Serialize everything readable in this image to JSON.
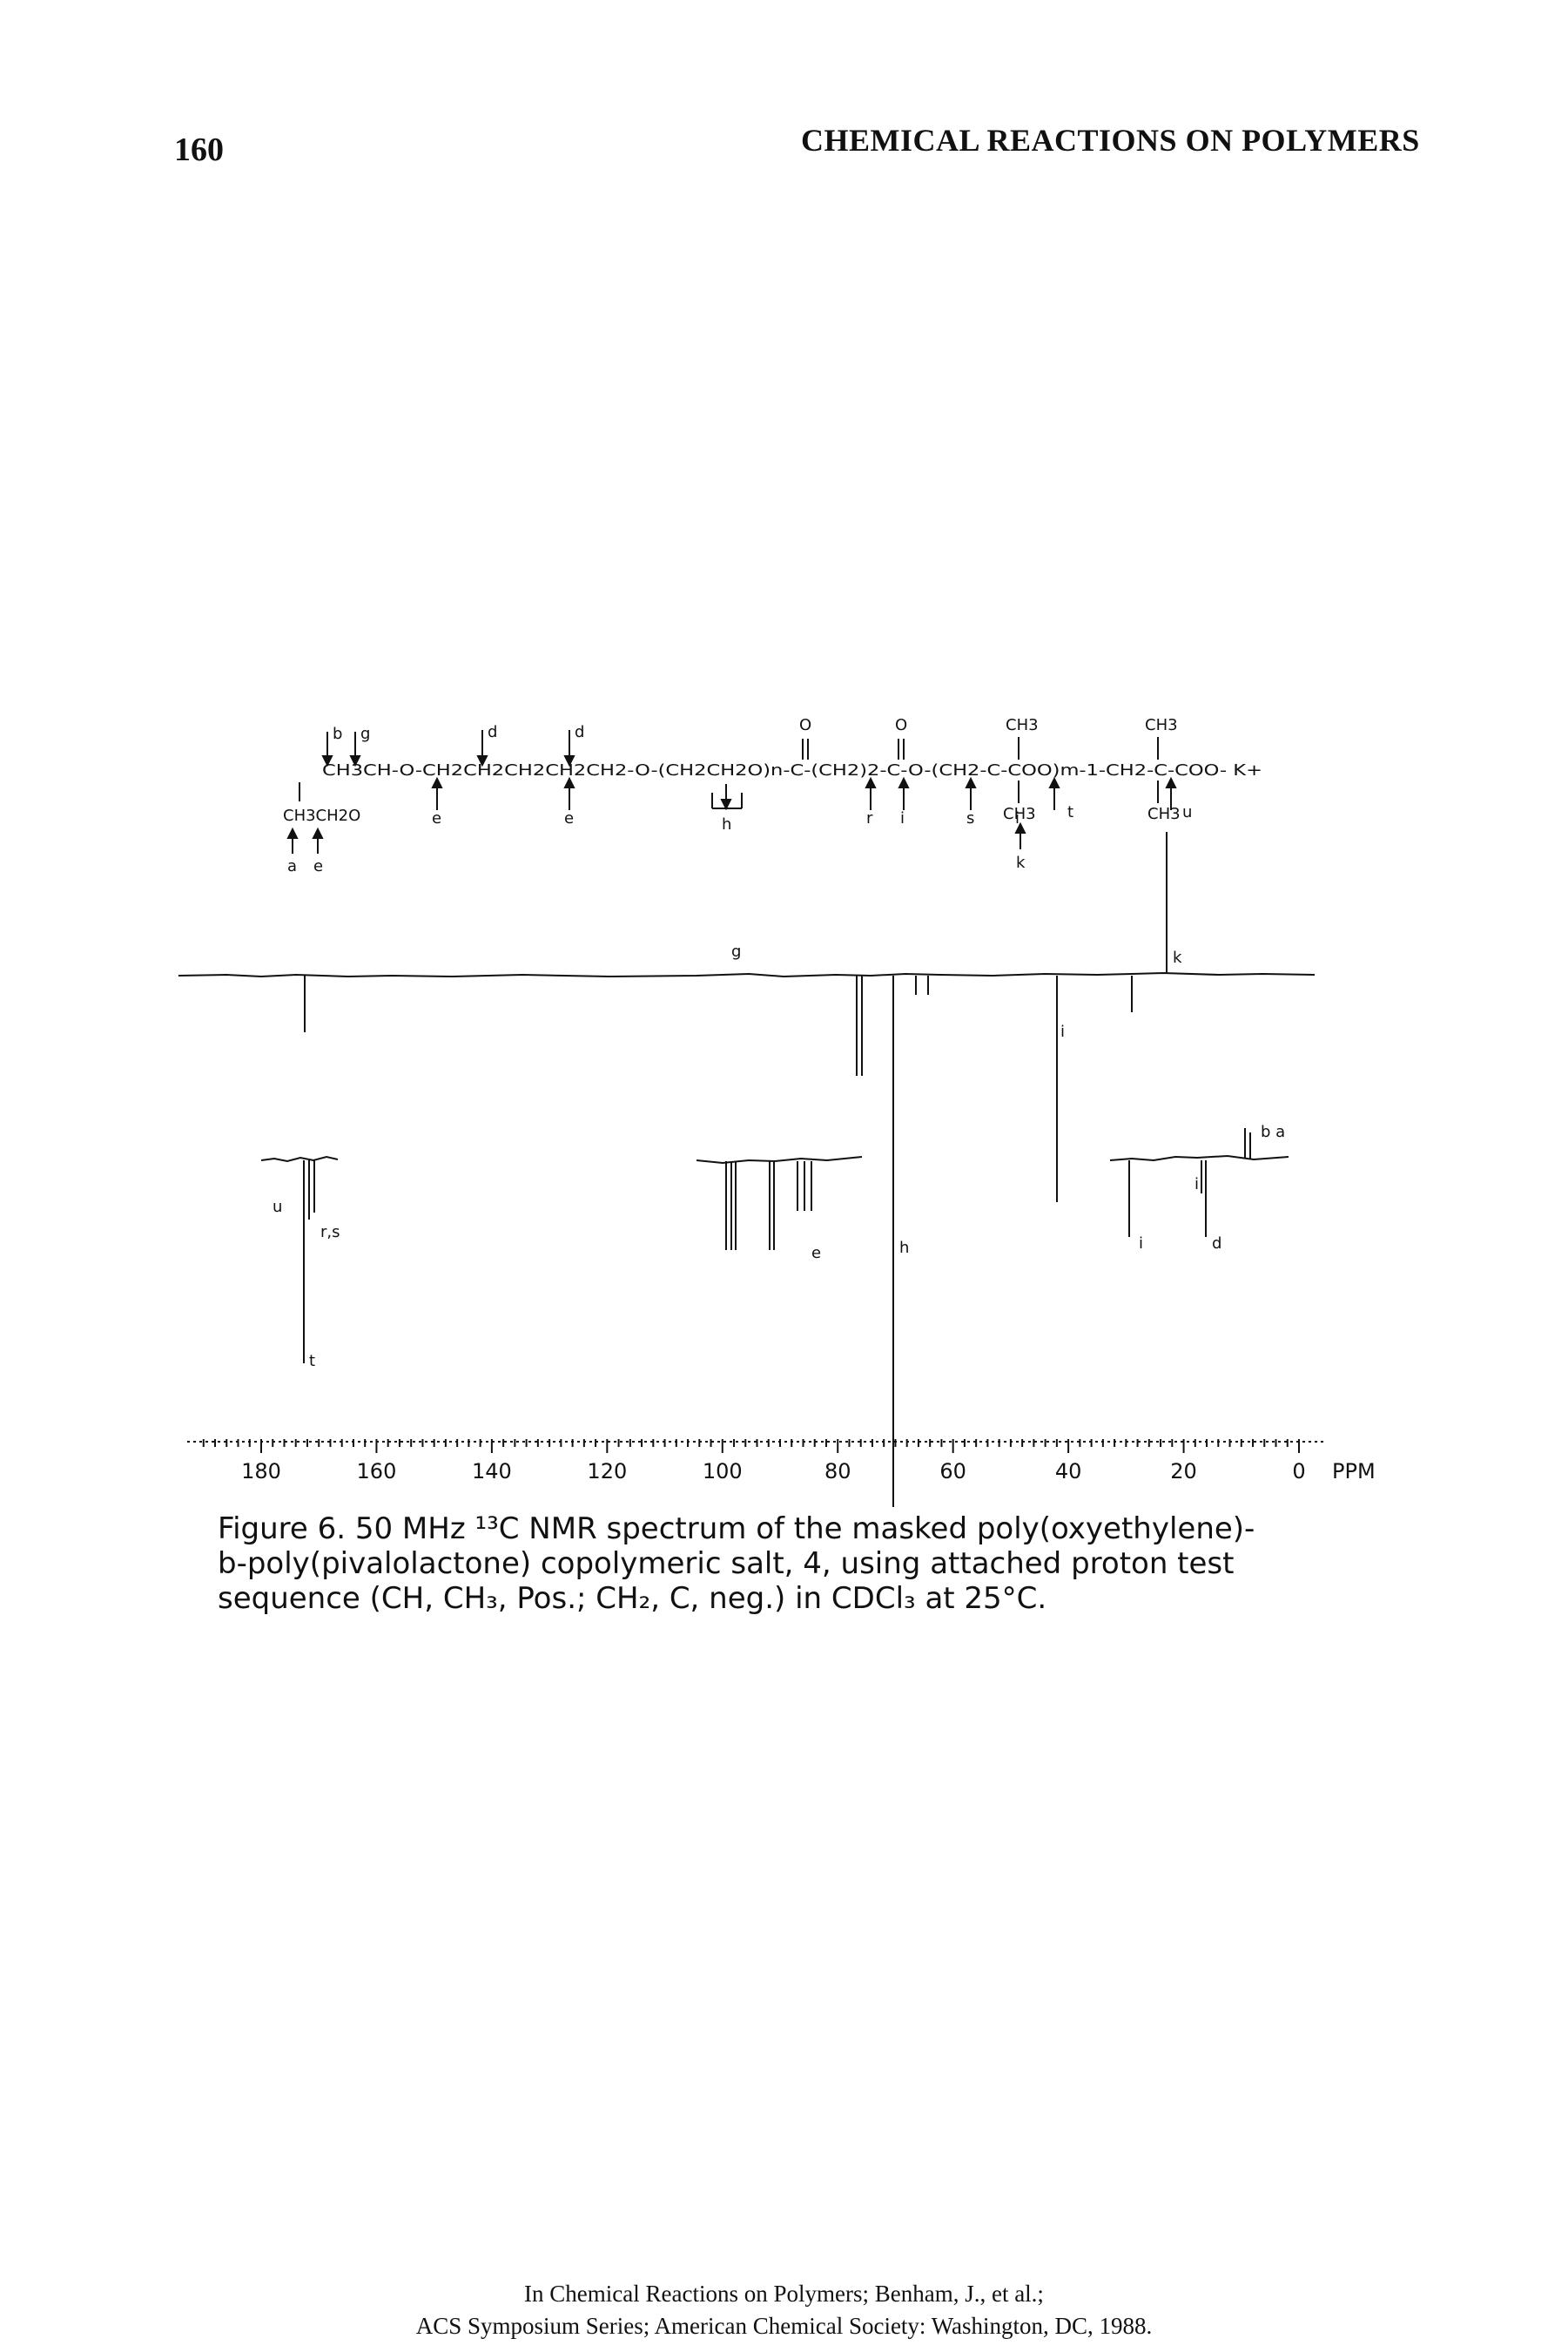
{
  "header": {
    "page_number": "160",
    "running_title": "CHEMICAL REACTIONS ON POLYMERS"
  },
  "figure": {
    "structure": {
      "row1": "CH3CH-O-CH2CH2CH2CH2CH2-O-(CH2CH2O)n-C-(CH2)2-C-O-(CH2-C-COO)m-1-CH2-C-COO- K+",
      "row2": "CH3CH2O",
      "carbonyl_o": "O",
      "methyl_top": "CH3",
      "methyl_bottom": "CH3",
      "assignment_labels": {
        "b": "b",
        "g": "g",
        "d": "d",
        "a": "a",
        "e": "e",
        "h": "h",
        "r": "r",
        "i": "i",
        "s": "s",
        "t": "t",
        "k": "k",
        "u": "u"
      }
    },
    "spectrum_labels": {
      "k": "k",
      "g": "g",
      "i": "i",
      "u": "u",
      "rs": "r,s",
      "t": "t",
      "e": "e",
      "h": "h",
      "b_a": "b  a",
      "i2": "i",
      "d": "d",
      "i3": "i"
    },
    "axis": {
      "ticks": [
        "180",
        "160",
        "140",
        "120",
        "100",
        "80",
        "60",
        "40",
        "20",
        "0"
      ],
      "unit": "PPM"
    }
  },
  "caption": {
    "line1": "Figure 6.  50 MHz ¹³C NMR spectrum of the masked poly(oxyethylene)-",
    "line2": "b-poly(pivalolactone) copolymeric salt, 4, using attached proton test",
    "line3": "sequence (CH, CH₃, Pos.; CH₂, C, neg.) in CDCl₃ at 25°C."
  },
  "footer": {
    "line1": "In Chemical Reactions on Polymers; Benham, J., et al.;",
    "line2": "ACS Symposium Series; American Chemical Society: Washington, DC, 1988."
  }
}
